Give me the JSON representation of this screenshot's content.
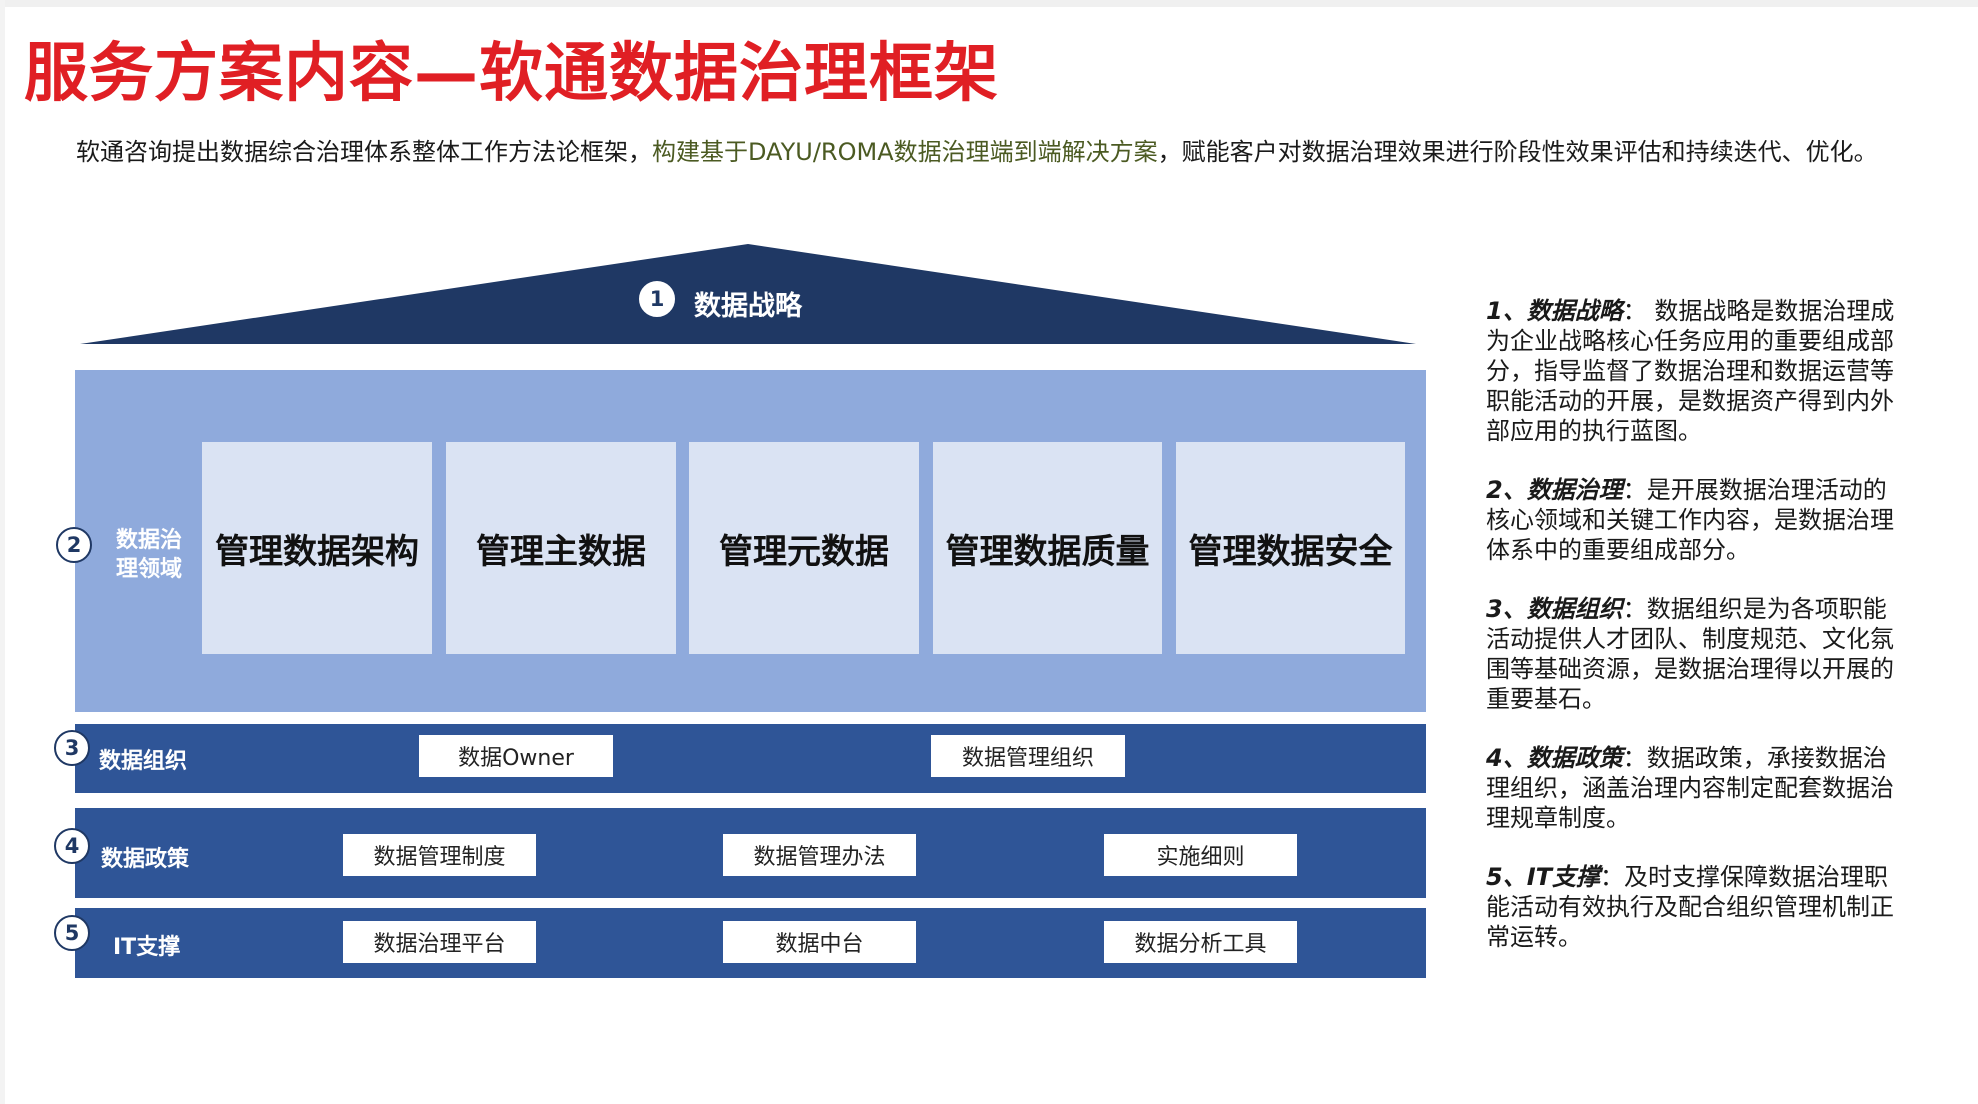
{
  "title": "服务方案内容—软通数据治理框架",
  "intro": {
    "part1": "软通咨询提出数据综合治理体系整体工作方法论框架，",
    "highlight": "构建基于DAYU/ROMA数据治理端到端解决方案",
    "part2": "，赋能客户对数据治理效果进行阶段性效果评估和持续迭代、优化。"
  },
  "colors": {
    "title_red": "#e01f24",
    "roof_navy": "#1f3864",
    "domain_blue": "#8faadc",
    "domain_box": "#dae3f3",
    "bar_blue": "#2f5597"
  },
  "framework": {
    "roof": {
      "number": "1",
      "label": "数据战略"
    },
    "domain": {
      "number": "2",
      "label": "数据治理领域",
      "boxes": [
        "管理数据架构",
        "管理主数据",
        "管理元数据",
        "管理数据质量",
        "管理数据安全"
      ]
    },
    "organization": {
      "number": "3",
      "label": "数据组织",
      "items": [
        "数据Owner",
        "数据管理组织"
      ]
    },
    "policy": {
      "number": "4",
      "label": "数据政策",
      "items": [
        "数据管理制度",
        "数据管理办法",
        "实施细则"
      ]
    },
    "it": {
      "number": "5",
      "label": "IT支撑",
      "items": [
        "数据治理平台",
        "数据中台",
        "数据分析工具"
      ]
    }
  },
  "notes": [
    {
      "lead": "1、数据战略",
      "text": "：  数据战略是数据治理成为企业战略核心任务应用的重要组成部分，指导监督了数据治理和数据运营等职能活动的开展，是数据资产得到内外部应用的执行蓝图。"
    },
    {
      "lead": "2、数据治理",
      "text": "：是开展数据治理活动的核心领域和关键工作内容，是数据治理体系中的重要组成部分。"
    },
    {
      "lead": "3、数据组织",
      "text": "：数据组织是为各项职能活动提供人才团队、制度规范、文化氛围等基础资源，是数据治理得以开展的重要基石。"
    },
    {
      "lead": "4、数据政策",
      "text": "：数据政策，承接数据治理组织，涵盖治理内容制定配套数据治理规章制度。"
    },
    {
      "lead": "5、IT支撑",
      "text": "：及时支撑保障数据治理职能活动有效执行及配合组织管理机制正常运转。"
    }
  ]
}
